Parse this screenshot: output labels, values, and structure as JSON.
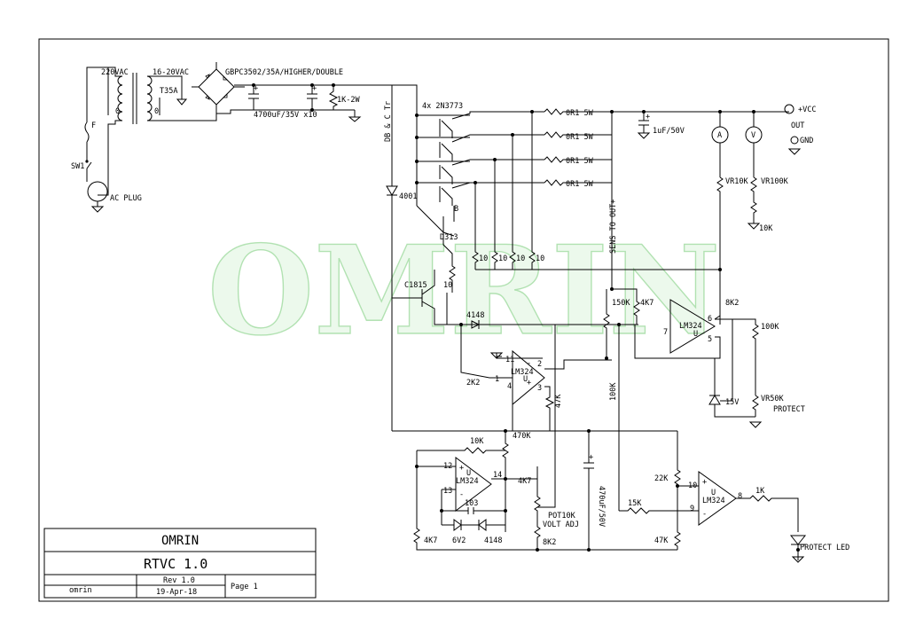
{
  "watermark": "OMRIN",
  "colors": {
    "line": "#000000",
    "watermark": "#8fd88f",
    "background": "#ffffff"
  },
  "labels": {
    "vac220": "220VAC",
    "vac1620": "16-20VAC",
    "bridge": "GBPC3502/35A/HIGHER/DOUBLE",
    "t35a": "T35A",
    "zero1": "0",
    "zero2": "0",
    "fuse": "F",
    "sw1": "SW1",
    "acplug": "AC PLUG",
    "capbank": "4700uF/35V x10",
    "r1k2w": "1K-2W",
    "db_ctr": "DB & C Tr",
    "q_2n3773": "4x 2N3773",
    "r0r1_1": "0R1 5W",
    "r0r1_2": "0R1 5W",
    "r0r1_3": "0R1 5W",
    "r0r1_4": "0R1 5W",
    "c1uf": "1uF/50V",
    "vcc": "+VCC",
    "out": "OUT",
    "gnd": "GND",
    "meter_a": "A",
    "meter_v": "V",
    "vr10k": "VR10K",
    "vr100k": "VR100K",
    "r10k_meter": "10K",
    "d4001": "4001",
    "b": "B",
    "d313": "D313",
    "r10_1": "10",
    "r10_2": "10",
    "r10_3": "10",
    "r10_4": "10",
    "sens": "SENS TO OUT+",
    "c1815": "C1815",
    "r10_base": "10",
    "r150k": "150K",
    "r4k7_top": "4K7",
    "r8k2_top": "8K2",
    "d4148_top": "4148",
    "pin7": "7",
    "pin6": "6",
    "pin5": "5",
    "lm324_a": "LM324",
    "u_a": "U",
    "r100k_right": "100K",
    "z15v": "15V",
    "vr50k": "VR50K",
    "protect": "PROTECT",
    "pin11": "11",
    "pin1": "1",
    "pin2": "2",
    "pin3": "3",
    "pin4": "4",
    "lm324_b": "LM324",
    "u_b": "U",
    "r2k2": "2K2",
    "r47k_b": "47K",
    "r100k_mid": "100K",
    "r10k_c": "10K",
    "r470k": "470K",
    "pin12": "12",
    "pin13": "13",
    "pin14": "14",
    "lm324_c": "LM324",
    "u_c": "U",
    "c103": "103",
    "z6v2": "6V2",
    "d4148_c": "4148",
    "r4k7_c": "4K7",
    "r4k7_pot": "4K7",
    "pot10k": "POT10K",
    "voltadj": "VOLT ADJ",
    "r8k2_bot": "8K2",
    "c470uf": "470uF/50V",
    "r22k": "22K",
    "r47k_d": "47K",
    "r15k": "15K",
    "pin10": "10",
    "pin9": "9",
    "pin8": "8",
    "lm324_d": "LM324",
    "u_d": "U",
    "r1k": "1K",
    "protectled": "PROTECT LED",
    "plus1": "+",
    "plus2": "+",
    "plus3": "+",
    "plus4": "+",
    "plus_b": "+",
    "minus_b": "-",
    "plus_c": "+",
    "minus_c": "-",
    "plus_d": "+",
    "minus_d": "-"
  },
  "titleblock": {
    "company": "OMRIN",
    "title": "RTVC 1.0",
    "rev": "Rev 1.0",
    "author": "omrin",
    "date": "19-Apr-18",
    "page": "Page 1"
  }
}
